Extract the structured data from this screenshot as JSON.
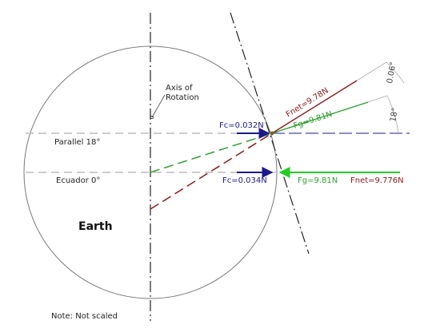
{
  "labels": {
    "axis_line1": "Axis of",
    "axis_line2": "Rotation",
    "parallel": "Parallel 18°",
    "equator": "Ecuador 0°",
    "earth": "Earth",
    "note": "Note: Not scaled",
    "fc_top": "Fc=0.032N",
    "fc_bottom": "Fc=0.034N",
    "fnet_top": "Fnet=9.78N",
    "fg_top": "Fg=9.81N",
    "fg_bottom": "Fg=9.81N",
    "fnet_bottom": "Fnet=9.776N",
    "angle_small": "0.06°",
    "angle_18": "18°"
  },
  "colors": {
    "dark_red": "#8b1a1a",
    "green": "#2ea02e",
    "bright_green": "#22cc22",
    "navy": "#1a1a8c",
    "gray": "#9a9a9a"
  }
}
